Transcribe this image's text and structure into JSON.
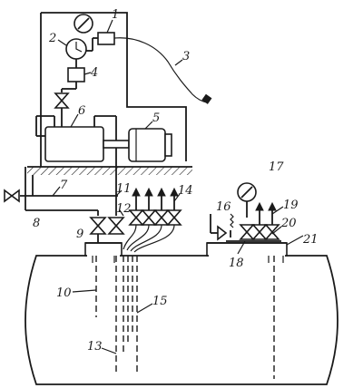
{
  "labels": {
    "l1": "1",
    "l2": "2",
    "l3": "3",
    "l4": "4",
    "l5": "5",
    "l6": "6",
    "l7": "7",
    "l8": "8",
    "l9": "9",
    "l10": "10",
    "l11": "11",
    "l12": "12",
    "l13": "13",
    "l14": "14",
    "l15": "15",
    "l16": "16",
    "l17": "17",
    "l18": "18",
    "l19": "19",
    "l20": "20",
    "l21": "21"
  },
  "colors": {
    "ink": "#1a1a1a",
    "paper": "#ffffff"
  }
}
